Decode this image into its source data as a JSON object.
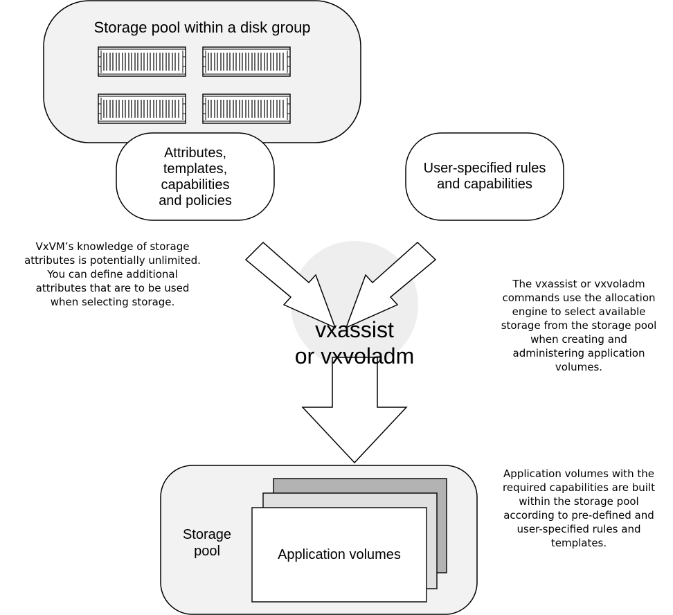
{
  "pool_box": {
    "title": "Storage pool within a disk group"
  },
  "attributes_box": {
    "lines": [
      "Attributes,",
      "templates,",
      "capabilities",
      "and policies"
    ]
  },
  "user_rules_box": {
    "lines": [
      "User-specified rules",
      "and capabilities"
    ]
  },
  "engine": {
    "lines": [
      "vxassist",
      "or vxvoladm"
    ]
  },
  "bottom_pool": {
    "label_lines": [
      "Storage",
      "pool"
    ],
    "volumes_label": "Application volumes"
  },
  "notes": {
    "left": [
      "VxVM’s knowledge of storage",
      "attributes is potentially unlimited.",
      "You can define additional",
      "attributes that are to be used",
      "when selecting storage."
    ],
    "right": [
      "The vxassist or vxvoladm",
      "commands use the allocation",
      "engine to select available",
      "storage from the storage pool",
      "when creating and",
      "administering application",
      "volumes."
    ],
    "bottom_right": [
      "Application volumes with the",
      "required capabilities are built",
      "within the storage pool",
      "according to pre-defined and",
      "user-specified rules and",
      "templates."
    ]
  },
  "colors": {
    "pool_fill": "#f2f2f2",
    "engine_circle": "#eeeeee",
    "stack_back": "#b3b3b3",
    "stack_mid": "#e0e0e0"
  },
  "icons": {
    "disk_array": "disk-array-icon"
  }
}
